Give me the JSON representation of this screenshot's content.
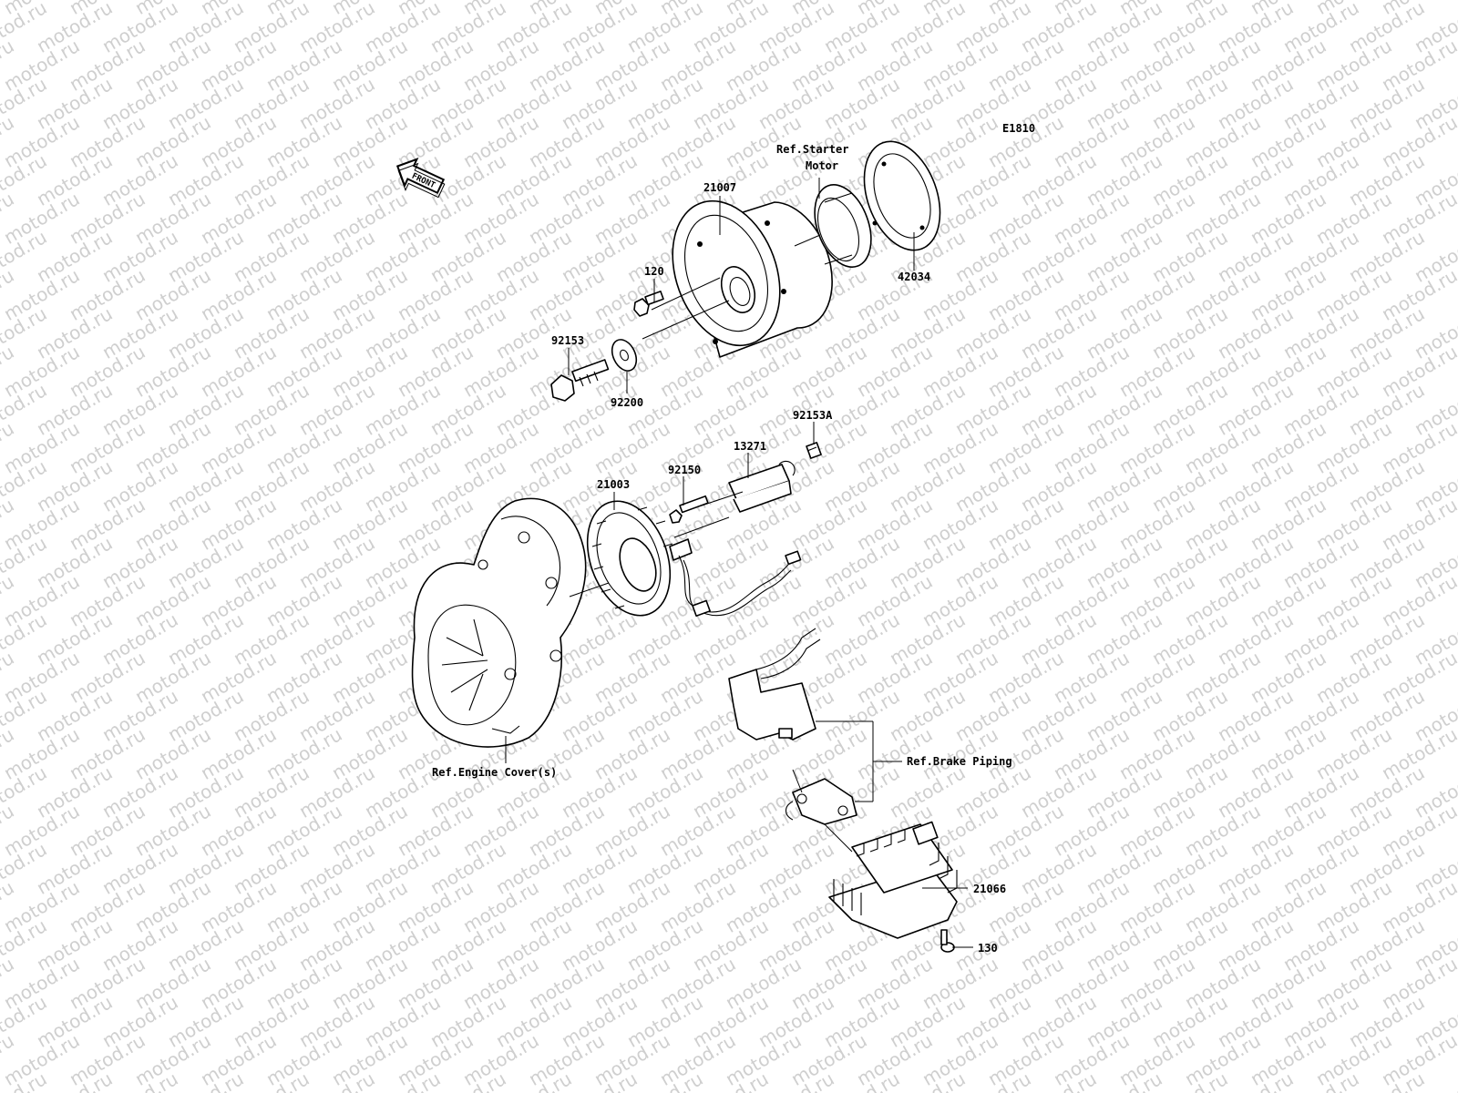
{
  "watermark": "motod.ru",
  "diagram_code": "E1810",
  "front_arrow": "FRONT",
  "parts": [
    {
      "number": "21007"
    },
    {
      "number": "120"
    },
    {
      "number": "92153"
    },
    {
      "number": "92200"
    },
    {
      "number": "42034"
    },
    {
      "number": "92153A"
    },
    {
      "number": "13271"
    },
    {
      "number": "92150"
    },
    {
      "number": "21003"
    },
    {
      "number": "21066"
    },
    {
      "number": "130"
    }
  ],
  "references": {
    "starter_line1": "Ref.Starter",
    "starter_line2": "Motor",
    "engine_cover": "Ref.Engine Cover(s)",
    "brake_piping": "Ref.Brake Piping"
  }
}
